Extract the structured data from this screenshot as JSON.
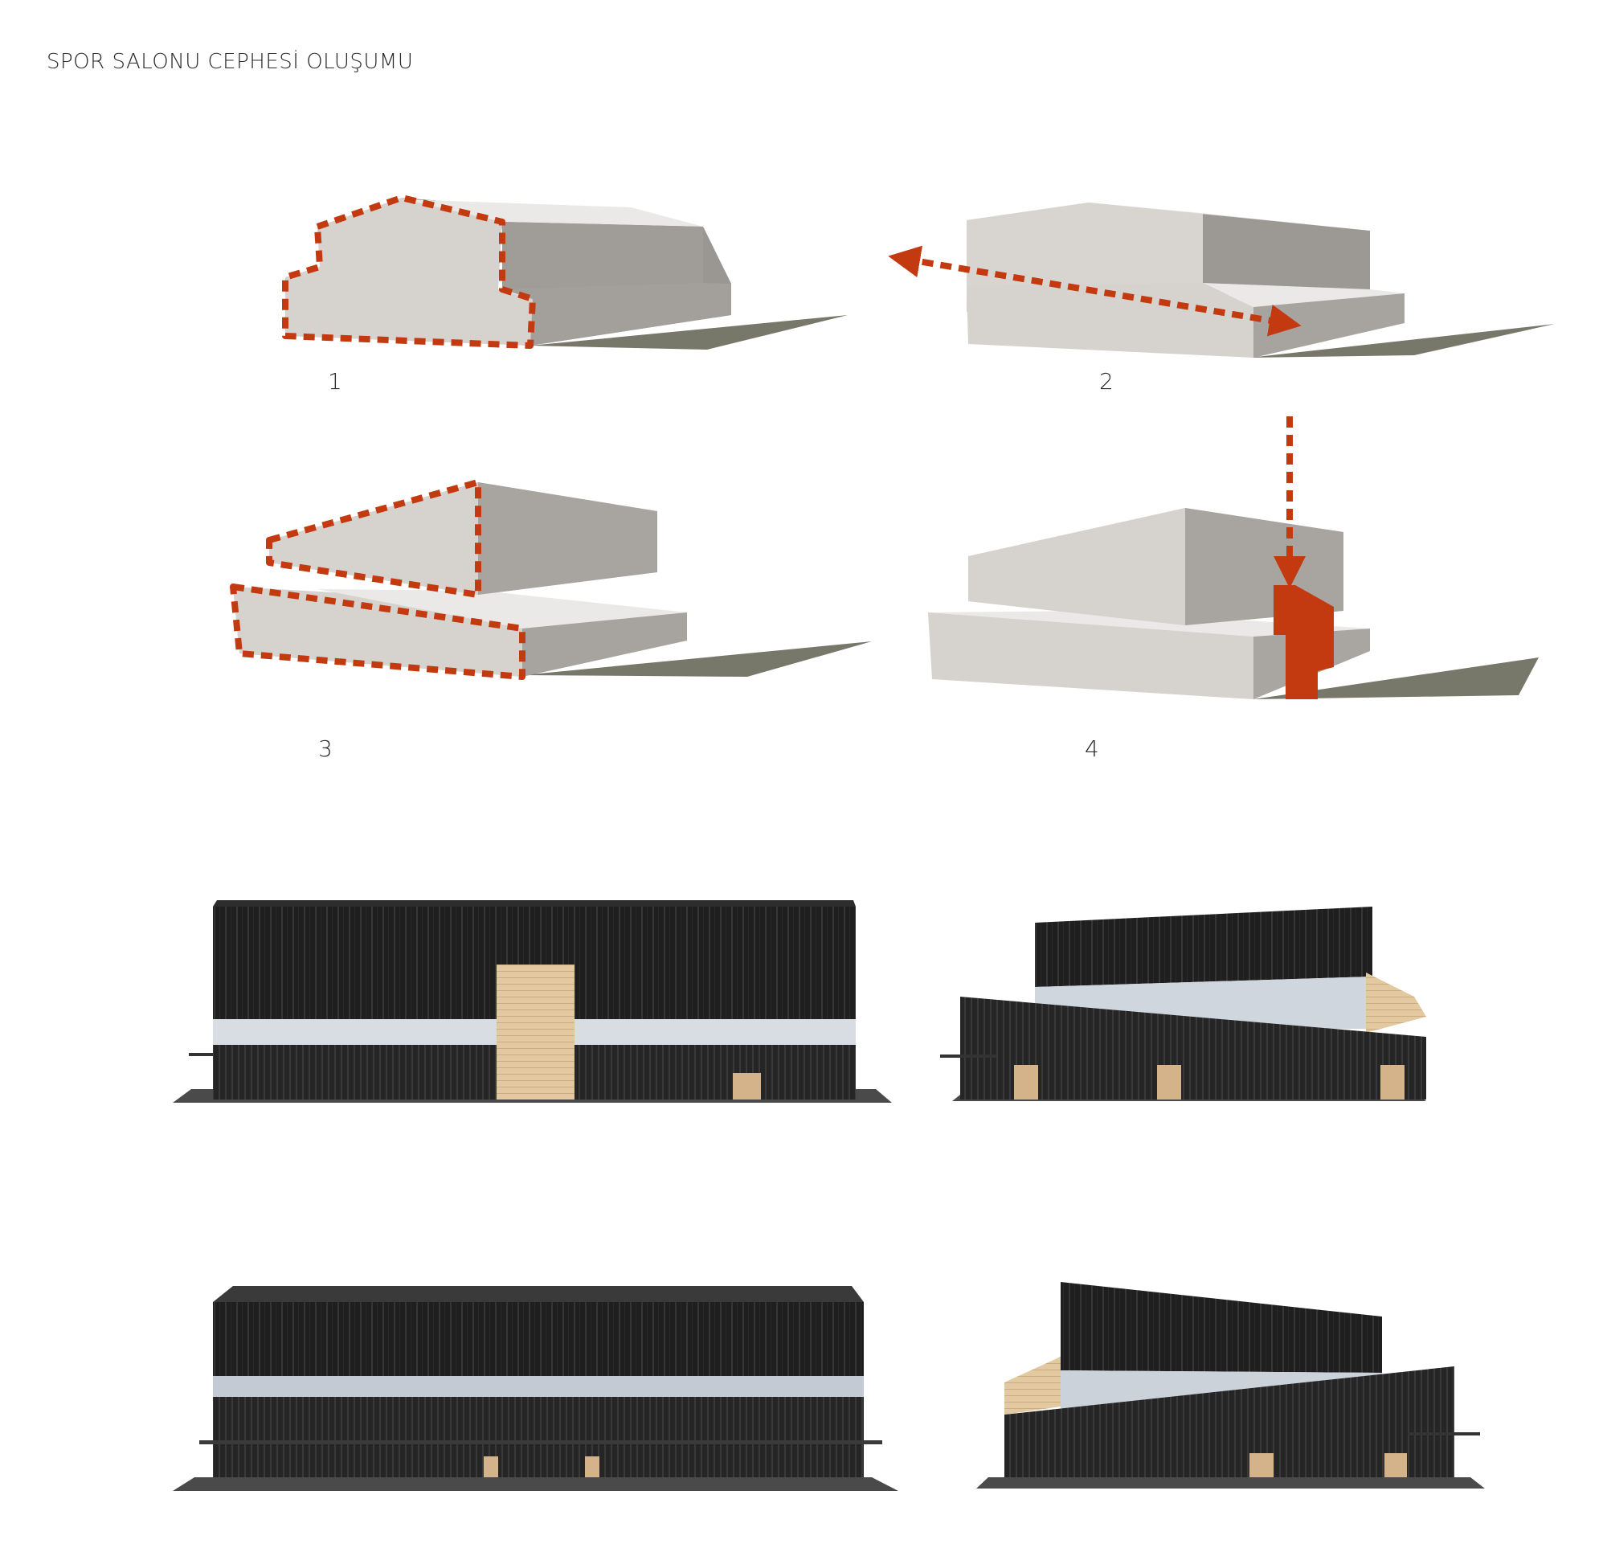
{
  "title": "SPOR SALONU CEPHESİ OLUŞUMU",
  "steps": [
    {
      "label": "1"
    },
    {
      "label": "2"
    },
    {
      "label": "3"
    },
    {
      "label": "4"
    }
  ],
  "colors": {
    "face_light": "#d7d3cf",
    "face_side": "#a09c98",
    "face_top": "#ebe9e7",
    "shadow": "#77776a",
    "accent": "#c43a10",
    "cladding": "#1e1e1e",
    "glazing": "#c6d0dc",
    "timber": "#d9bf95"
  }
}
